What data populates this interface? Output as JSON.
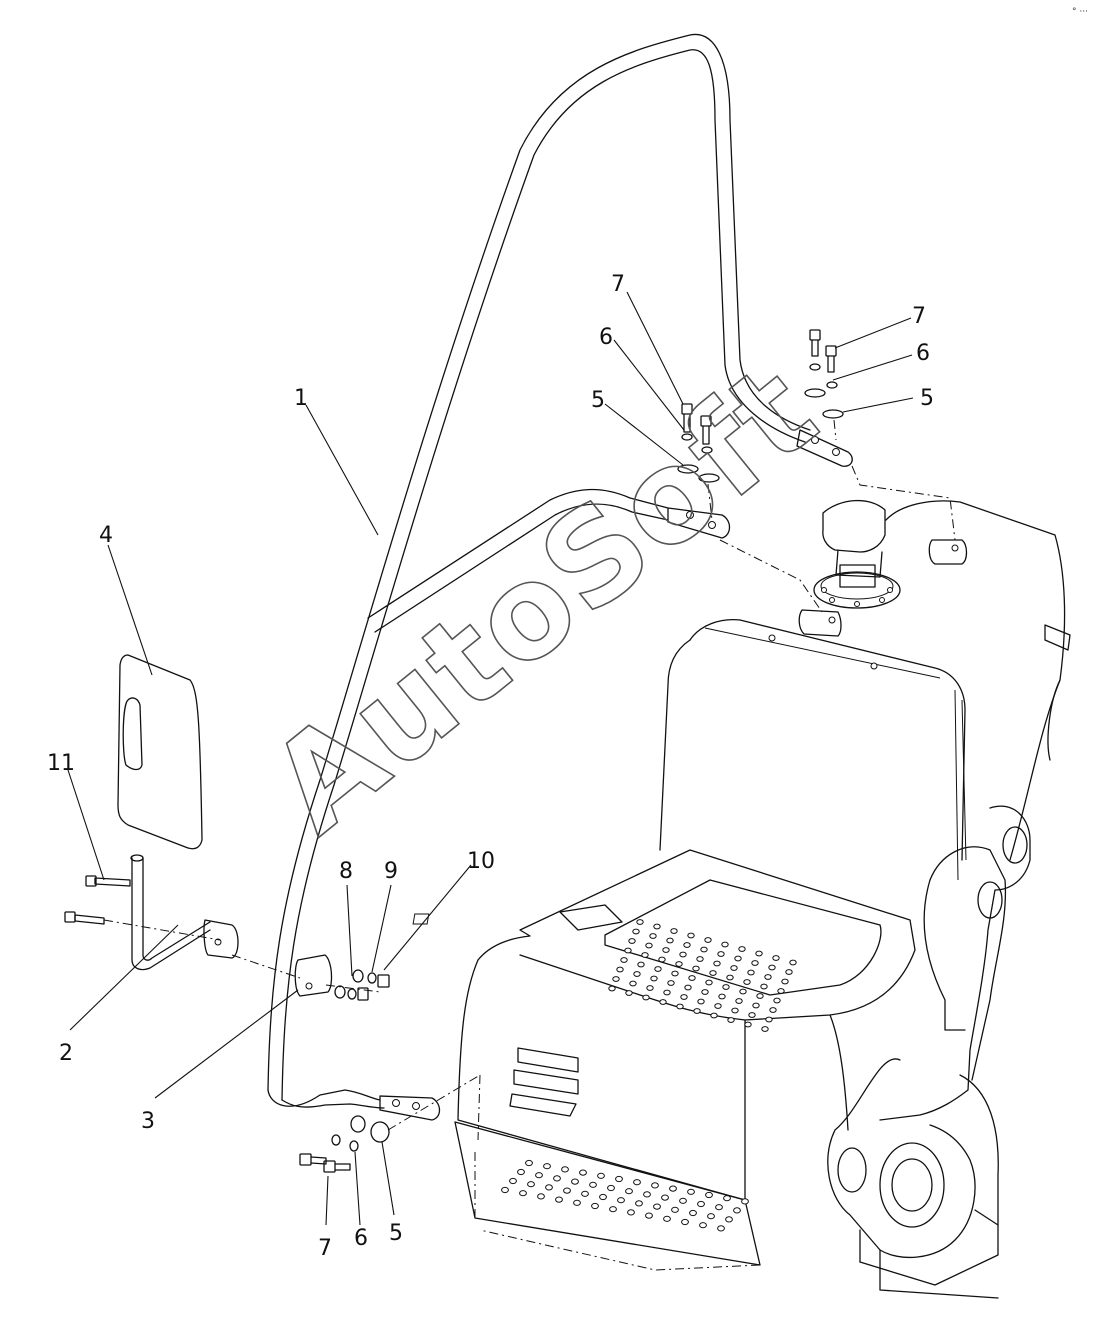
{
  "diagram": {
    "watermark": "AutoSoft",
    "corner_mark": "° ···",
    "part_labels": [
      "1",
      "2",
      "3",
      "4",
      "5",
      "5",
      "5",
      "6",
      "6",
      "6",
      "7",
      "7",
      "7",
      "8",
      "9",
      "10",
      "11"
    ],
    "colors": {
      "line": "#111111",
      "background": "#ffffff",
      "watermark": "#555555"
    }
  }
}
